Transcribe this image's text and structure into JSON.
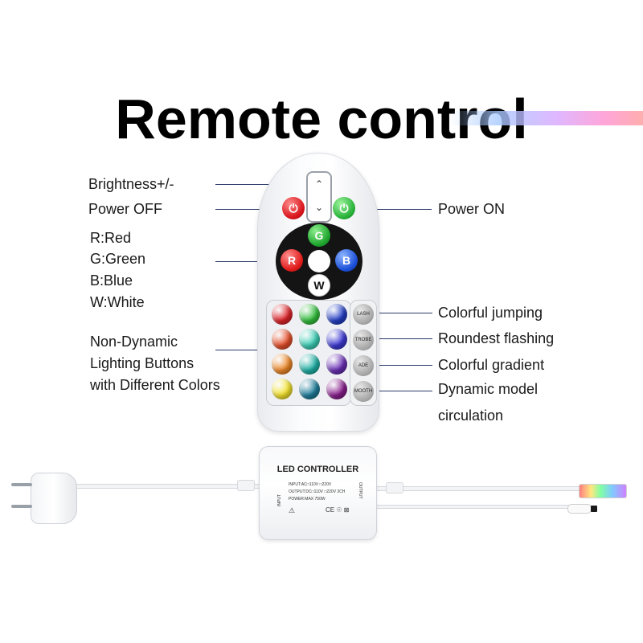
{
  "title": "Remote control",
  "labels_left": {
    "brightness": "Brightness+/-",
    "power_off": "Power OFF",
    "rgbw": [
      "R:Red",
      "G:Green",
      "B:Blue",
      "W:White"
    ],
    "non_dynamic": [
      "Non-Dynamic",
      "Lighting Buttons",
      "with Different Colors"
    ]
  },
  "labels_right": {
    "power_on": "Power ON",
    "colorful_jumping": "Colorful jumping",
    "roundest_flashing": "Roundest flashing",
    "colorful_gradient": "Colorful gradient",
    "dynamic_model": [
      "Dynamic model",
      "circulation"
    ]
  },
  "remote": {
    "button_letters": {
      "g": "G",
      "r": "R",
      "b": "B",
      "w": "W"
    },
    "power_symbol": "⏻",
    "rocker_symbols": [
      "⌃",
      "⌄"
    ],
    "color_grid": [
      [
        "#e0262b",
        "#35c23f",
        "#2540c8"
      ],
      [
        "#e8512c",
        "#3fd1b8",
        "#3d3ad6"
      ],
      [
        "#f08a2a",
        "#20b3a7",
        "#6a2fb6"
      ],
      [
        "#f6e52e",
        "#1f7f9c",
        "#8a1f8e"
      ]
    ],
    "dynamic_buttons": [
      "LASH",
      "TROBE",
      "ADE",
      "MOOTH"
    ]
  },
  "controller": {
    "title": "LED CONTROLLER",
    "lines": [
      "INPUT:AC□110V  □220V",
      "OUTPUT:DC□110V □220V 3CH",
      "POWER:MAX 750W"
    ],
    "input_tag": "INPUT",
    "output_tag": "OUTPUT"
  },
  "colors": {
    "leader": "#2a3a6a",
    "power_off": "#d7151b",
    "power_on": "#29b23a"
  }
}
